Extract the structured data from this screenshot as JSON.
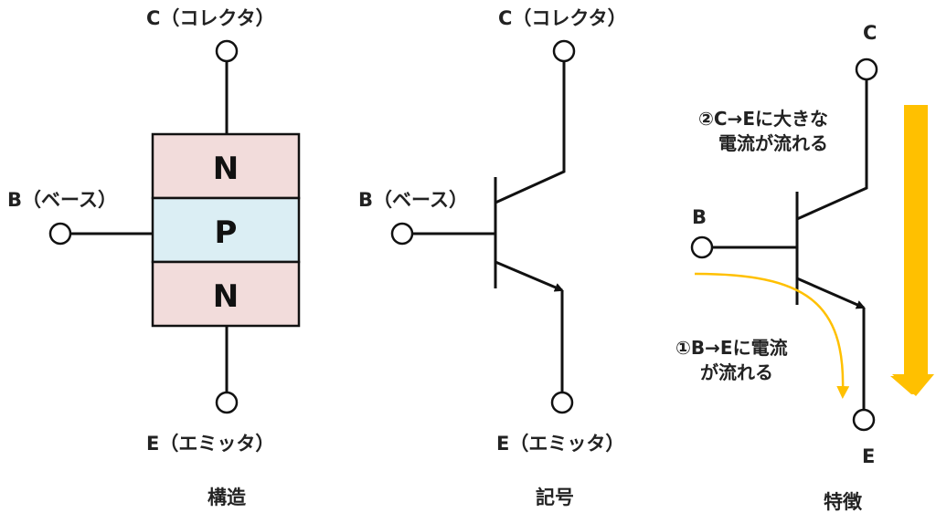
{
  "colors": {
    "n_layer": "#f2dcdb",
    "p_layer": "#dbeef4",
    "arrow_orange": "#ffc000",
    "curve_orange": "#ffc000",
    "wire": "#111111"
  },
  "panels": {
    "structure": {
      "caption": "構造",
      "collector_label": "C（コレクタ）",
      "base_label": "B（ベース）",
      "emitter_label": "E（エミッタ）",
      "layers": [
        "N",
        "P",
        "N"
      ]
    },
    "symbol": {
      "caption": "記号",
      "collector_label": "C（コレクタ）",
      "base_label": "B（ベース）",
      "emitter_label": "E（エミッタ）"
    },
    "feature": {
      "caption": "特徴",
      "collector_label": "C",
      "base_label": "B",
      "emitter_label": "E",
      "note1_line1": "①B→Eに電流",
      "note1_line2": "が流れる",
      "note2_line1": "②C→Eに大きな",
      "note2_line2": "電流が流れる"
    }
  }
}
